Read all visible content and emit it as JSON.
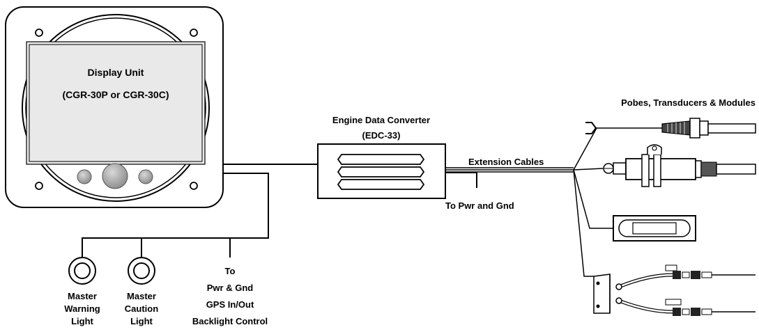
{
  "display_unit": {
    "title": "Display Unit",
    "models": "(CGR-30P or CGR-30C)"
  },
  "converter": {
    "title": "Engine Data Converter",
    "model": "(EDC-33)"
  },
  "labels": {
    "probes_header": "Pobes, Transducers & Modules",
    "extension_cables": "Extension Cables",
    "to_pwr_gnd": "To Pwr and Gnd",
    "to": "To",
    "pwr_gnd": "Pwr & Gnd",
    "gps": "GPS In/Out",
    "backlight": "Backlight Control"
  },
  "lights": {
    "warning": {
      "line1": "Master",
      "line2": "Warning",
      "line3": "Light"
    },
    "caution": {
      "line1": "Master",
      "line2": "Caution",
      "line3": "Light"
    }
  }
}
